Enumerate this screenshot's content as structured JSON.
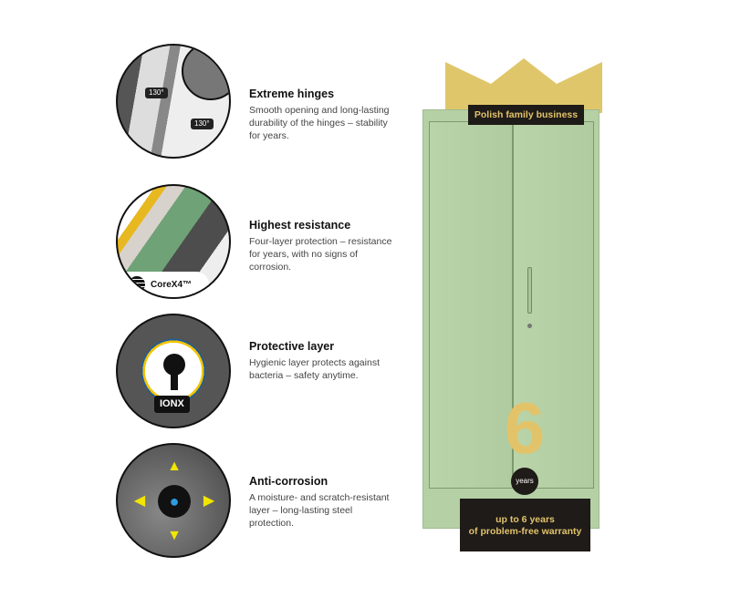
{
  "features": [
    {
      "title": "Extreme hinges",
      "text": "Smooth opening and long-lasting durability of the hinges – stability for years.",
      "angle_1": "130°",
      "angle_2": "130°"
    },
    {
      "title": "Highest resistance",
      "text": "Four-layer protection – resistance for years, with no signs of corrosion.",
      "brand": "CoreX4™"
    },
    {
      "title": "Protective layer",
      "text": "Hygienic layer protects against bacteria – safety anytime.",
      "brand": "IONX"
    },
    {
      "title": "Anti-corrosion",
      "text": "A moisture- and scratch-resistant layer – long-lasting steel protection."
    }
  ],
  "product": {
    "top_badge": "Polish family business",
    "warranty_number": "6",
    "warranty_unit": "years",
    "warranty_text_1": "up to 6 years",
    "warranty_text_2": "of problem-free warranty",
    "colors": {
      "cabinet": "#b5d0a5",
      "gold": "#e2c36a",
      "dark": "#1e1b18"
    }
  }
}
